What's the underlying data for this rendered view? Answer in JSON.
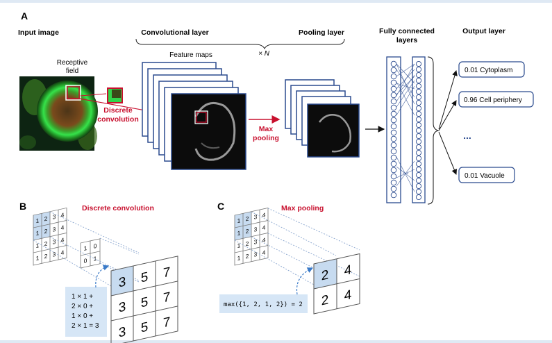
{
  "panel_a": {
    "letter": "A",
    "input_image": "Input image",
    "conv_layer": "Convolutional layer",
    "pooling_layer": "Pooling layer",
    "times_n": "× N",
    "feature_maps": "Feature maps",
    "receptive_field_1": "Receptive",
    "receptive_field_2": "field",
    "discrete_conv_1": "Discrete",
    "discrete_conv_2": "convolution",
    "max_pooling_1": "Max",
    "max_pooling_2": "pooling",
    "fc_1": "Fully connected",
    "fc_2": "layers",
    "output_layer": "Output layer",
    "outputs": [
      "0.01 Cytoplasm",
      "0.96 Cell periphery",
      "0.01 Vacuole"
    ],
    "ellipsis": "...",
    "fc_dots": "..."
  },
  "panel_b": {
    "letter": "B",
    "title": "Discrete convolution",
    "input_rows": [
      [
        "1",
        "2",
        "3",
        "4"
      ],
      [
        "1",
        "2",
        "3",
        "4"
      ],
      [
        "1",
        "2",
        "3",
        "4"
      ],
      [
        "1",
        "2",
        "3",
        "4"
      ]
    ],
    "kernel_rows": [
      [
        "1",
        "0"
      ],
      [
        "0",
        "1"
      ]
    ],
    "output_rows": [
      [
        "3",
        "5",
        "7"
      ],
      [
        "3",
        "5",
        "7"
      ],
      [
        "3",
        "5",
        "7"
      ]
    ],
    "calc": [
      "1 × 1 +",
      "2 × 0 +",
      "1 × 0 +",
      "2 × 1 = 3"
    ]
  },
  "panel_c": {
    "letter": "C",
    "title": "Max pooling",
    "input_rows": [
      [
        "1",
        "2",
        "3",
        "4"
      ],
      [
        "1",
        "2",
        "3",
        "4"
      ],
      [
        "1",
        "2",
        "3",
        "4"
      ],
      [
        "1",
        "2",
        "3",
        "4"
      ]
    ],
    "output_rows": [
      [
        "2",
        "4"
      ],
      [
        "2",
        "4"
      ]
    ],
    "formula": "max({1, 2, 1, 2}) = 2"
  },
  "colors": {
    "accent_red": "#c8102e",
    "map_blue": "#2a4a8e",
    "highlight": "#c7dbf0",
    "cell_green": "#2fd64a"
  }
}
